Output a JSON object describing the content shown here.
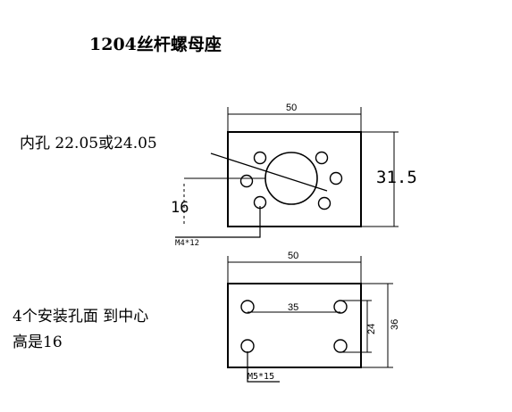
{
  "title": "1204丝杆螺母座",
  "top_view": {
    "width_label": "50",
    "height_label": "31.5",
    "bore_label": "内孔 22.05或24.05",
    "center_height_label": "16",
    "screw_label": "M4*12"
  },
  "bottom_view": {
    "width_label": "50",
    "hole_spacing_x_label": "35",
    "hole_spacing_y_label": "24",
    "height_label": "36",
    "screw_label": "M5*15",
    "note_line1": "4个安装孔面 到中心",
    "note_line2": "高是16"
  }
}
